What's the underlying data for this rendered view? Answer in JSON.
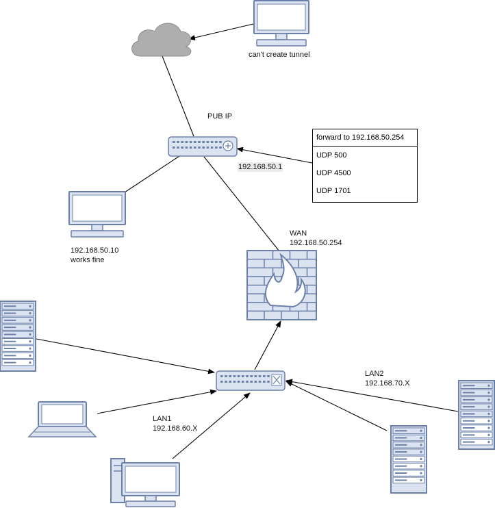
{
  "labels": {
    "tunnel_fail": "can't create tunnel",
    "pub_ip": "PUB IP",
    "router_ip": "192.168.50.1",
    "client_ip": "192.168.50.10",
    "client_status": "works fine",
    "wan_title": "WAN",
    "wan_ip": "192.168.50.254",
    "lan1_title": "LAN1",
    "lan1_net": "192.168.60.X",
    "lan2_title": "LAN2",
    "lan2_net": "192.168.70.X"
  },
  "forward_box": {
    "header": "forward to 192.168.50.254",
    "rules": [
      "UDP 500",
      "UDP 4500",
      "UDP 1701"
    ]
  },
  "nodes": [
    {
      "name": "cloud-icon",
      "icon": "cloud"
    },
    {
      "name": "remote-monitor-icon",
      "icon": "monitor"
    },
    {
      "name": "router-icon",
      "icon": "router"
    },
    {
      "name": "local-monitor-icon",
      "icon": "monitor"
    },
    {
      "name": "firewall-icon",
      "icon": "firewall"
    },
    {
      "name": "core-switch-icon",
      "icon": "switch"
    },
    {
      "name": "server-left-icon",
      "icon": "server-rack"
    },
    {
      "name": "laptop-icon",
      "icon": "laptop"
    },
    {
      "name": "desktop-pc-icon",
      "icon": "desktop"
    },
    {
      "name": "server-mid-icon",
      "icon": "server-rack"
    },
    {
      "name": "server-right-icon",
      "icon": "server-rack"
    }
  ],
  "colors": {
    "device_fill": "#dce3f0",
    "device_stroke": "#6b80a8",
    "cloud_fill": "#aeaeae",
    "line": "#000000"
  }
}
